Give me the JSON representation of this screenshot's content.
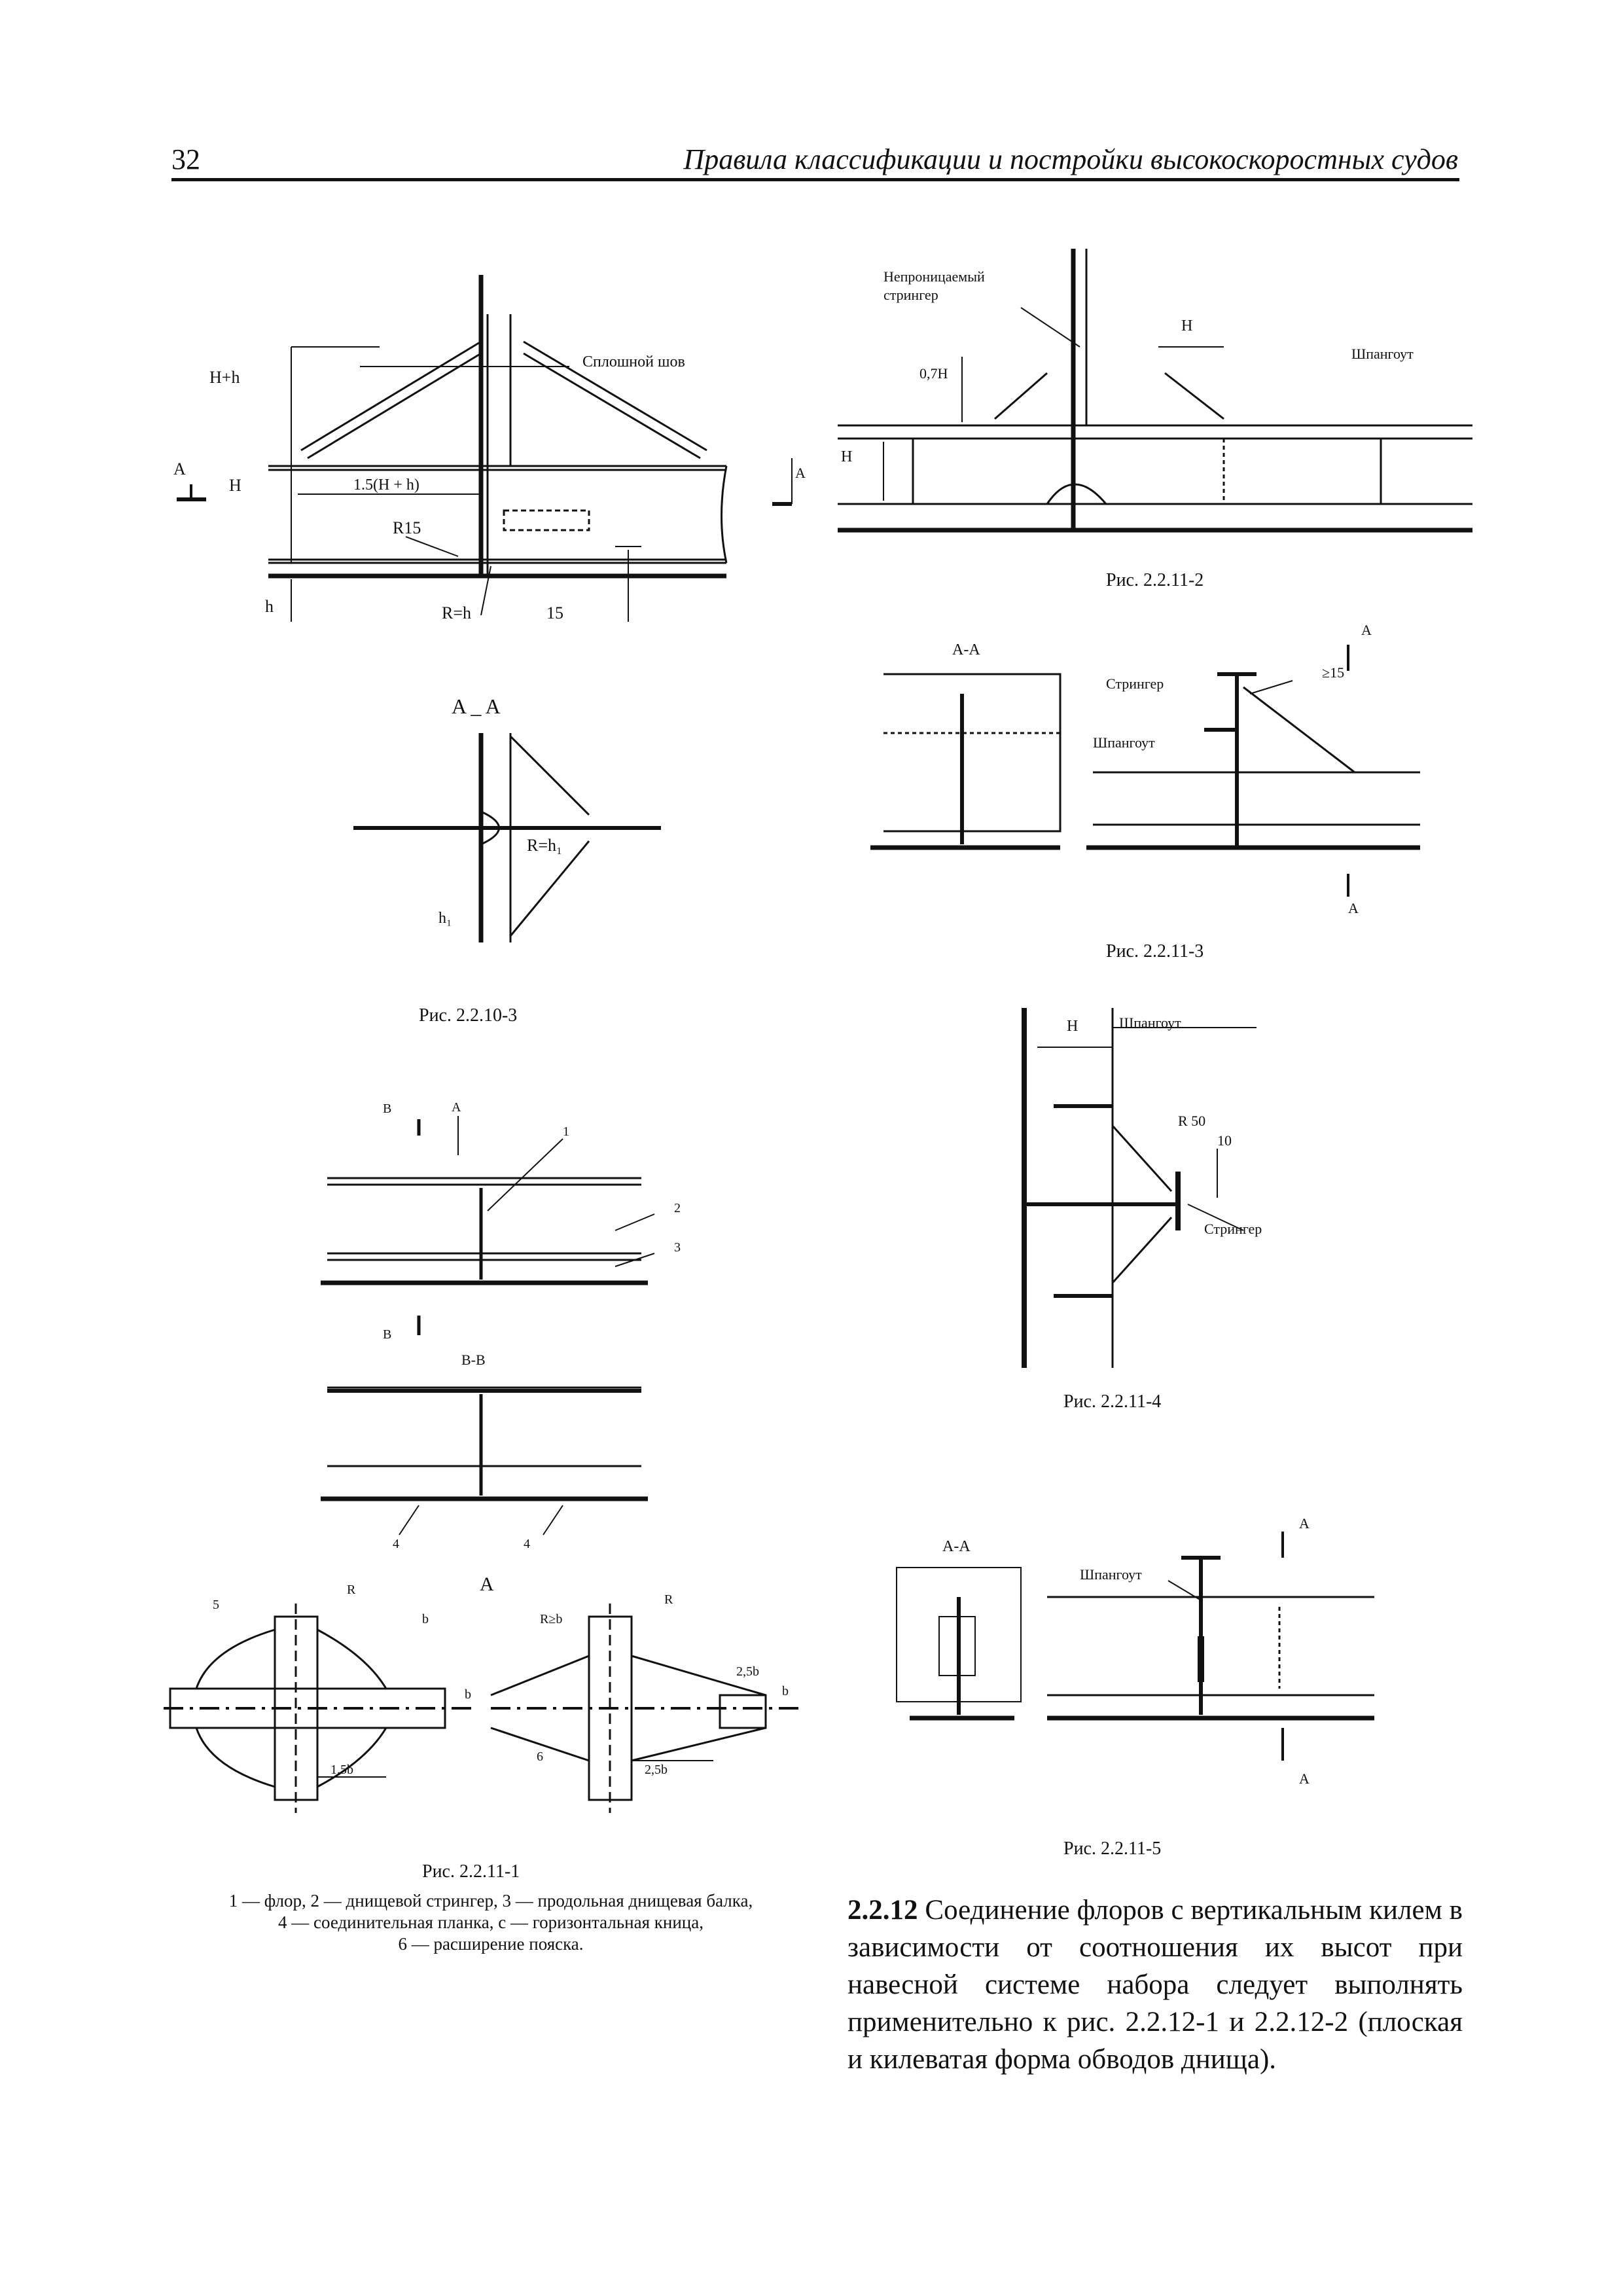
{
  "header": {
    "page_number": "32",
    "running_title": "Правила классификации и постройки высокоскоростных судов"
  },
  "figures": {
    "f_2_2_10_3": {
      "caption": "Рис. 2.2.10-3",
      "labels": {
        "h_plus_h": "H+h",
        "weld": "Сплошной шов",
        "a": "A",
        "big_h": "H",
        "dim": "1.5(H + h)",
        "r15": "R15",
        "r_eq_h": "R=h",
        "small_h": "h",
        "fifteen": "15",
        "section": "A _ A",
        "r_eq_h1": "R=h₁",
        "h1": "h₁"
      }
    },
    "f_2_2_11_2": {
      "caption": "Рис. 2.2.11-2",
      "labels": {
        "stringer_title_1": "Непроницаемый",
        "stringer_title_2": "стрингер",
        "h": "H",
        "frame": "Шпангоут",
        "seven_h": "0,7H",
        "h_left": "H",
        "a": "A"
      }
    },
    "f_2_2_11_3": {
      "caption": "Рис. 2.2.11-3",
      "labels": {
        "section": "A-A",
        "stringer": "Стрингер",
        "frame": "Шпангоут",
        "ge15": "≥15",
        "a_top": "A",
        "a_bottom": "A"
      }
    },
    "f_2_2_11_4": {
      "caption": "Рис. 2.2.11-4",
      "labels": {
        "h": "H",
        "frame": "Шпангоут",
        "r50": "R 50",
        "ten": "10",
        "stringer": "Стрингер"
      }
    },
    "f_2_2_11_5": {
      "caption": "Рис. 2.2.11-5",
      "labels": {
        "section": "A-A",
        "frame": "Шпангоут",
        "a_top": "A",
        "a_bottom": "A"
      }
    },
    "f_2_2_11_1": {
      "caption": "Рис. 2.2.11-1",
      "labels": {
        "b1": "B",
        "a1": "A",
        "n1": "1",
        "n2": "2",
        "n3": "3",
        "b2": "B",
        "section_bb": "B-B",
        "n4a": "4",
        "n4b": "4",
        "section_a": "A",
        "n5": "5",
        "r1": "R",
        "b_l1": "b",
        "b_l2": "b",
        "dim_15b": "1.5b",
        "r_ge_b": "R≥b",
        "r2": "R",
        "dim_25b_a": "2,5b",
        "b_l3": "b",
        "n6": "6",
        "dim_25b_b": "2,5b"
      },
      "legend": [
        "1 — флор, 2 — днищевой стрингер, 3 — продольная днищевая балка,",
        "4 — соединительная планка, с — горизонтальная кница,",
        "6 — расширение пояска."
      ]
    }
  },
  "paragraph": {
    "number": "2.2.12",
    "text": " Соединение флоров с вертикальным килем в зависимости от соотношения их высот при навесной системе набора следует выполнять применительно к рис. 2.2.12-1 и 2.2.12-2 (плоская и килеватая форма обводов днища)."
  }
}
